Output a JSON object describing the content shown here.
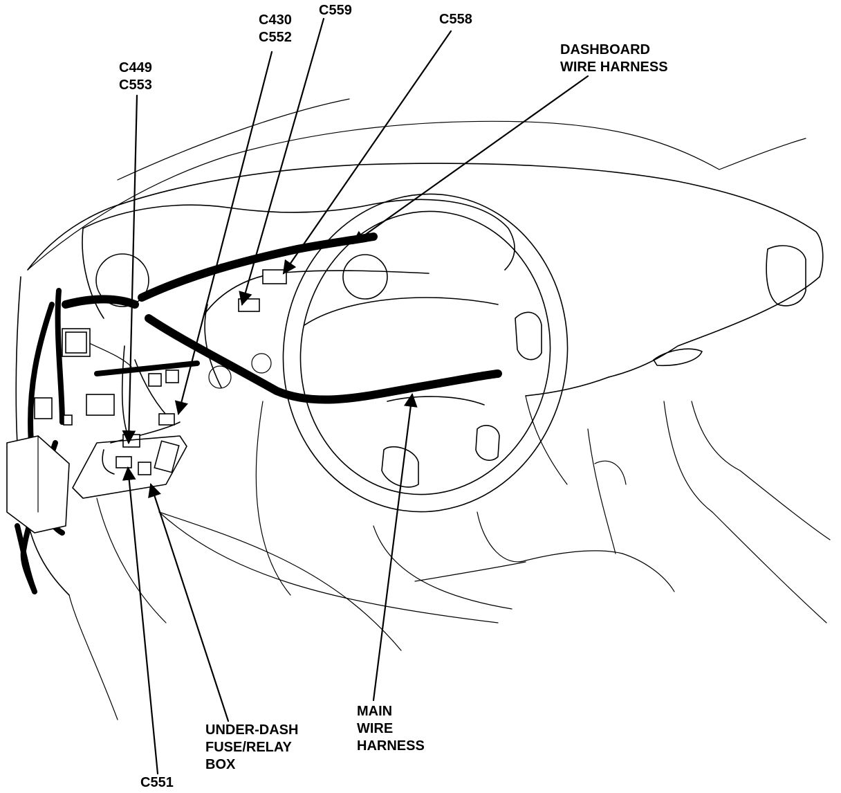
{
  "labels": {
    "c449_c553": [
      "C449",
      "C553"
    ],
    "c430_c552": [
      "C430",
      "C552"
    ],
    "c559": "C559",
    "c558": "C558",
    "dashboard_harness": [
      "DASHBOARD",
      "WIRE HARNESS"
    ],
    "main_harness": [
      "MAIN",
      "WIRE",
      "HARNESS"
    ],
    "under_dash_box": [
      "UNDER-DASH",
      "FUSE/RELAY",
      "BOX"
    ],
    "c551": "C551"
  },
  "colors": {
    "line": "#000000",
    "background": "#ffffff"
  }
}
